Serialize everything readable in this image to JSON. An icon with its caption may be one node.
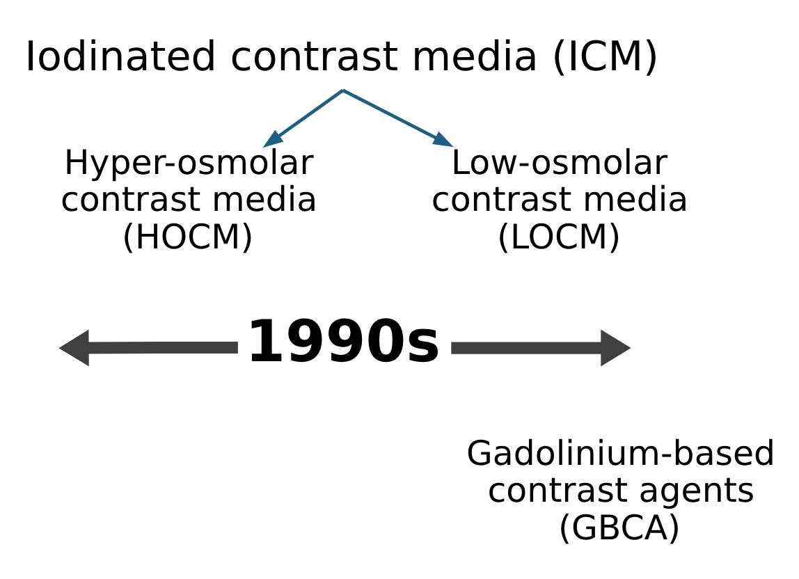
{
  "diagram": {
    "nodes": [
      {
        "text": [
          "Iodinated contrast media (ICM)"
        ]
      },
      {
        "text": [
          "Hyper-osmolar contrast media (HOCM)"
        ]
      },
      {
        "text": [
          "Low-osmolar contrast media (LOCM)"
        ]
      },
      {
        "text": [
          "1990s"
        ]
      },
      {
        "text": [
          "Gadolinium-based contrast agents (GBCA)"
        ]
      }
    ],
    "edges": [
      {
        "from": 0,
        "to": 1,
        "arrow": "to"
      },
      {
        "from": 0,
        "to": 2,
        "arrow": "to"
      },
      {
        "from": 3,
        "to": null,
        "arrow": "to",
        "style": "thick",
        "color": "#404040"
      },
      {
        "from": 3,
        "to": null,
        "arrow": "to",
        "style": "thick",
        "color": "#404040"
      }
    ]
  }
}
